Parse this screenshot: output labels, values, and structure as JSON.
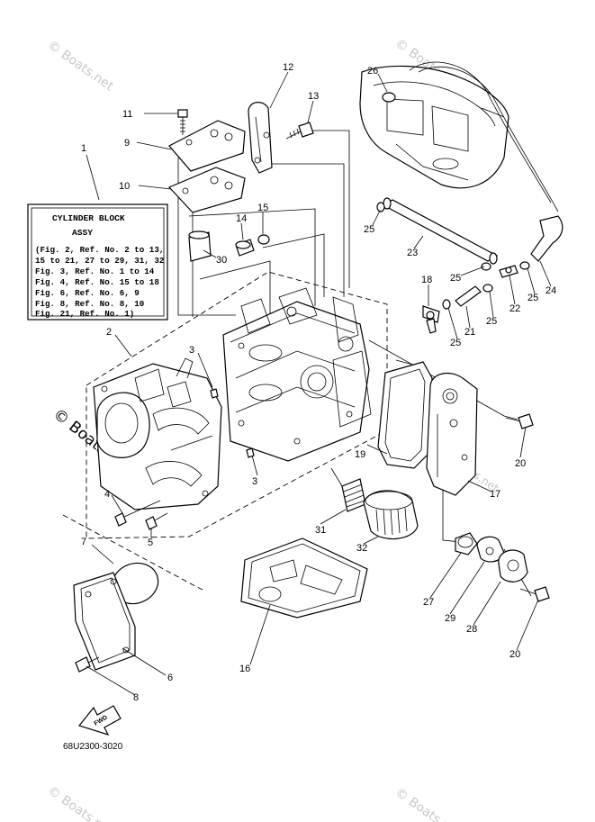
{
  "watermark": "© Boats.net",
  "info_box": {
    "lines": [
      "CYLINDER BLOCK",
      "ASSY",
      "(Fig. 2, Ref. No. 2 to 13,",
      "15 to 21, 27 to 29, 31, 32",
      "Fig. 3, Ref. No. 1 to 14",
      "Fig. 4, Ref. No. 15 to 18",
      "Fig. 6, Ref. No. 6, 9",
      "Fig. 8, Ref. No. 8, 10",
      "Fig. 21, Ref. No. 1)"
    ]
  },
  "callouts": [
    "1",
    "2",
    "3",
    "3",
    "4",
    "5",
    "6",
    "7",
    "8",
    "9",
    "10",
    "11",
    "12",
    "13",
    "14",
    "15",
    "16",
    "17",
    "18",
    "19",
    "20",
    "20",
    "21",
    "22",
    "23",
    "24",
    "25",
    "25",
    "25",
    "25",
    "26",
    "27",
    "28",
    "29",
    "30",
    "31",
    "32"
  ],
  "fwd_label": "FWD",
  "part_code": "68U2300-3020"
}
